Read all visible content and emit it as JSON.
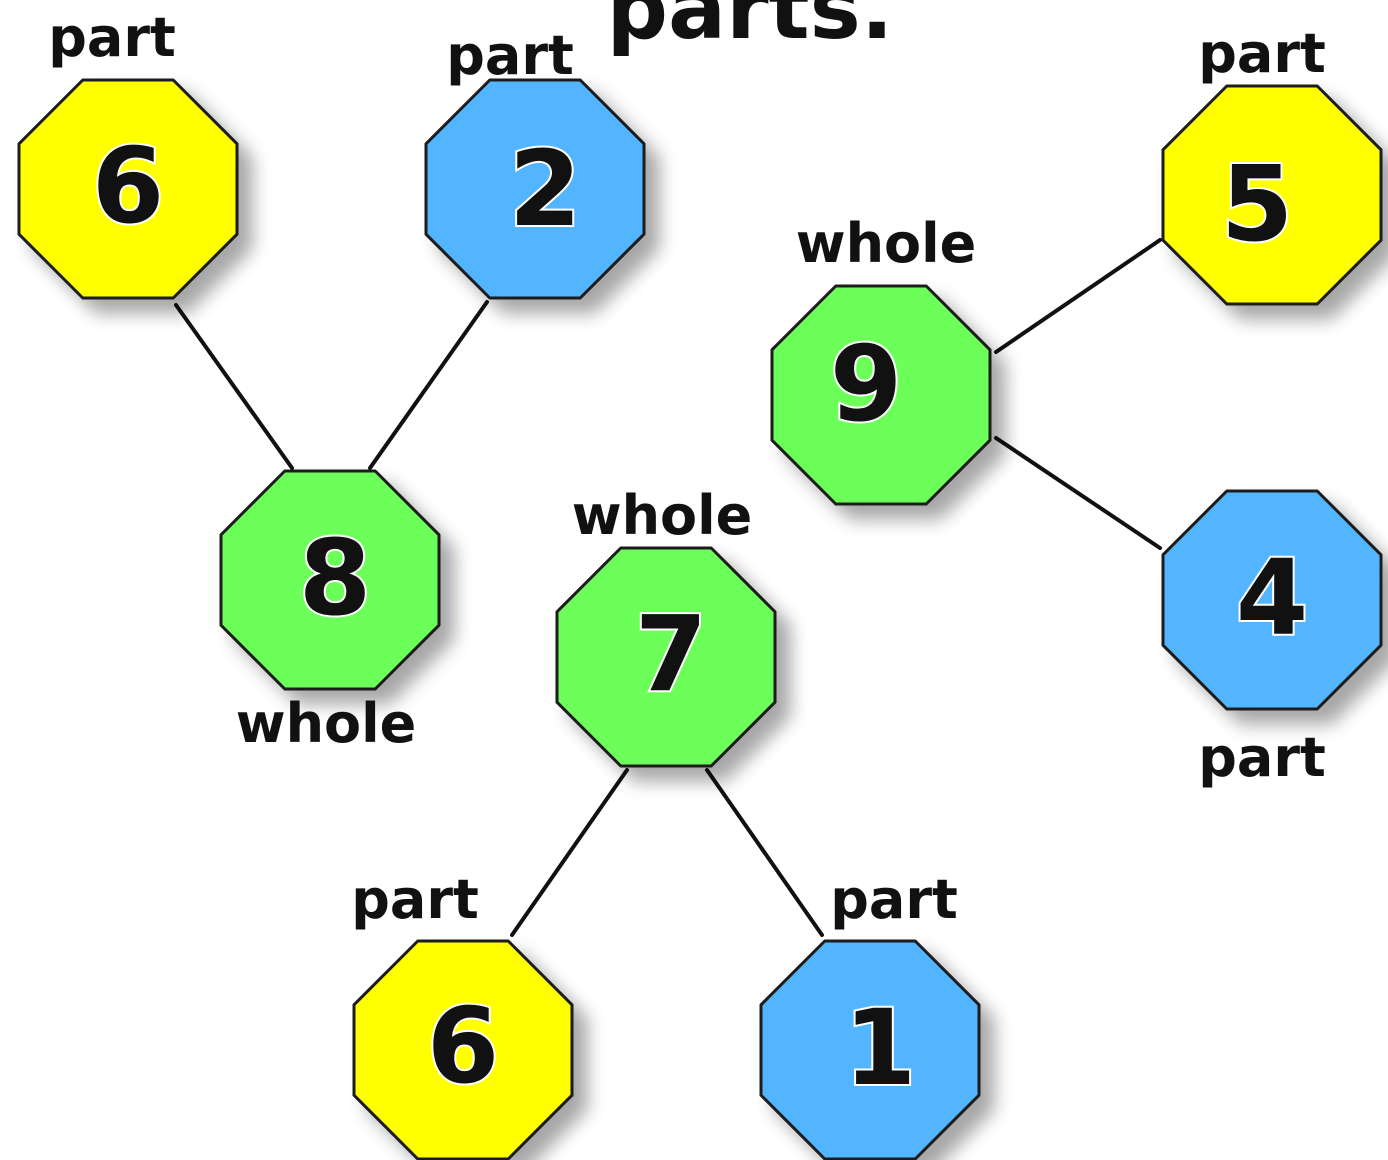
{
  "heading": "parts.",
  "colors": {
    "part_yellow": "#ffff00",
    "part_blue": "#52b5ff",
    "whole_green": "#6cff5a",
    "outline": "#1a1a1a",
    "connector": "#111111"
  },
  "bonds": [
    {
      "whole": {
        "label": "whole",
        "number": "8"
      },
      "parts": [
        {
          "label": "part",
          "number": "6"
        },
        {
          "label": "part",
          "number": "2"
        }
      ]
    },
    {
      "whole": {
        "label": "whole",
        "number": "9"
      },
      "parts": [
        {
          "label": "part",
          "number": "5"
        },
        {
          "label": "part",
          "number": "4"
        }
      ]
    },
    {
      "whole": {
        "label": "whole",
        "number": "7"
      },
      "parts": [
        {
          "label": "part",
          "number": "6"
        },
        {
          "label": "part",
          "number": "1"
        }
      ]
    }
  ]
}
